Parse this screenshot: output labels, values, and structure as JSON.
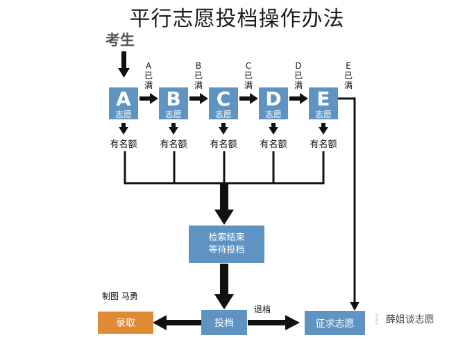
{
  "title": "平行志愿投档操作办法",
  "student": "考生",
  "choices": [
    {
      "letter": "A",
      "sub": "志愿",
      "full": [
        "A",
        "已",
        "满"
      ]
    },
    {
      "letter": "B",
      "sub": "志愿",
      "full": [
        "B",
        "已",
        "满"
      ]
    },
    {
      "letter": "C",
      "sub": "志愿",
      "full": [
        "C",
        "已",
        "满"
      ]
    },
    {
      "letter": "D",
      "sub": "志愿",
      "full": [
        "D",
        "已",
        "满"
      ]
    },
    {
      "letter": "E",
      "sub": "志愿",
      "full": [
        "E",
        "已",
        "满"
      ]
    }
  ],
  "quota_label": "有名额",
  "search_end": [
    "检索结束",
    "等待投档"
  ],
  "credit": "制图 马勇",
  "admit": "录取",
  "submit": "投档",
  "retreat": "退档",
  "solicit": "征求志愿",
  "watermark": "薛姐谈志愿",
  "colors": {
    "box": "#5f93c2",
    "admit": "#e08a33",
    "arrow": "#111111"
  }
}
